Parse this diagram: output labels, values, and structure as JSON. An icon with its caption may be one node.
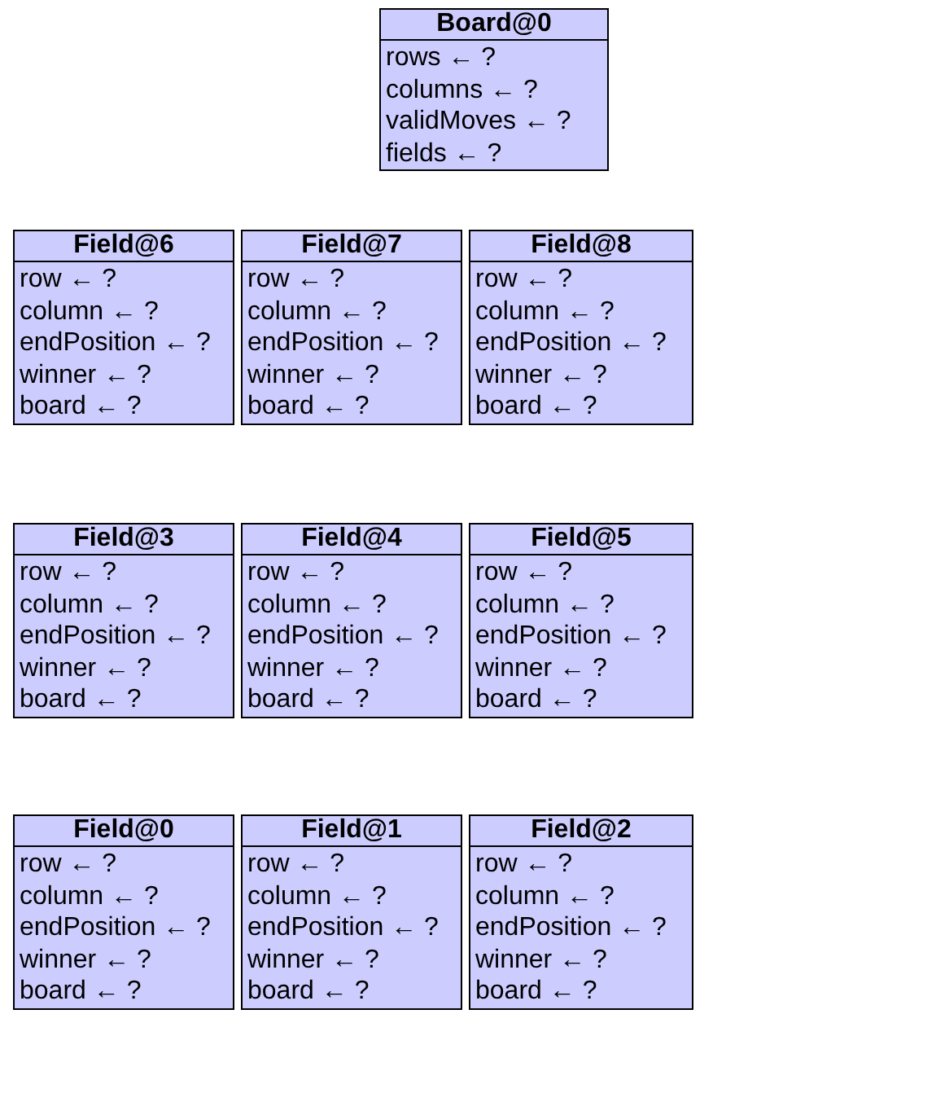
{
  "diagram": {
    "nodes": [
      {
        "text": [
          "Board@0",
          "rows ← ?",
          "columns ← ?",
          "validMoves ← ?",
          "fields ← ?"
        ]
      },
      {
        "text": [
          "Field@6",
          "row ← ?",
          "column ← ?",
          "endPosition ← ?",
          "winner ← ?",
          "board ← ?"
        ]
      },
      {
        "text": [
          "Field@7",
          "row ← ?",
          "column ← ?",
          "endPosition ← ?",
          "winner ← ?",
          "board ← ?"
        ]
      },
      {
        "text": [
          "Field@8",
          "row ← ?",
          "column ← ?",
          "endPosition ← ?",
          "winner ← ?",
          "board ← ?"
        ]
      },
      {
        "text": [
          "Field@3",
          "row ← ?",
          "column ← ?",
          "endPosition ← ?",
          "winner ← ?",
          "board ← ?"
        ]
      },
      {
        "text": [
          "Field@4",
          "row ← ?",
          "column ← ?",
          "endPosition ← ?",
          "winner ← ?",
          "board ← ?"
        ]
      },
      {
        "text": [
          "Field@5",
          "row ← ?",
          "column ← ?",
          "endPosition ← ?",
          "winner ← ?",
          "board ← ?"
        ]
      },
      {
        "text": [
          "Field@0",
          "row ← ?",
          "column ← ?",
          "endPosition ← ?",
          "winner ← ?",
          "board ← ?"
        ]
      },
      {
        "text": [
          "Field@1",
          "row ← ?",
          "column ← ?",
          "endPosition ← ?",
          "winner ← ?",
          "board ← ?"
        ]
      },
      {
        "text": [
          "Field@2",
          "row ← ?",
          "column ← ?",
          "endPosition ← ?",
          "winner ← ?",
          "board ← ?"
        ]
      }
    ]
  }
}
